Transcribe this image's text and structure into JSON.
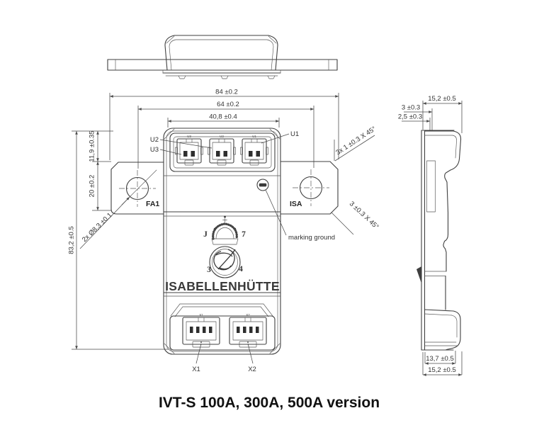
{
  "title": "IVT-S 100A, 300A, 500A version",
  "dims_front": {
    "width_overall": "84 ±0.2",
    "width_holes": "64 ±0.2",
    "width_body": "40,8 ±0.4",
    "height_top": "11,9 ±0.35",
    "height_hole": "20 ±0.2",
    "height_overall": "83,2 ±0.5",
    "holes": "2x Ø8,3 ±0.1",
    "chamfer_top": "3x 1 ±0.3 X 45°",
    "chamfer_bottom": "3 ±0.3 X 45°"
  },
  "dims_side": {
    "depth_top": "15,2 ±0.5",
    "plate": "3 ±0.3",
    "offset": "2,5 ±0.3",
    "body_depth": "13,7 ±0.5",
    "depth_bottom": "15,2 ±0.5"
  },
  "labels": {
    "u1": "U1",
    "u2": "U2",
    "u3": "U3",
    "fa1": "FA1",
    "isa": "ISA",
    "x1": "X1",
    "x2": "X2",
    "marking_ground": "marking ground"
  },
  "connector_tags": {
    "top_left": "U3",
    "top_mid": "U2",
    "top_right": "U1",
    "bottom_left": "X1",
    "bottom_right": "X2"
  },
  "logo": {
    "brand": "ISABELLENHÜTTE",
    "tl": "J",
    "tr": "7",
    "bl": "3",
    "br": "4"
  },
  "colors": {
    "line": "#3f3f3f",
    "dim": "#4a4a4a",
    "text": "#333333",
    "background": "#ffffff"
  }
}
